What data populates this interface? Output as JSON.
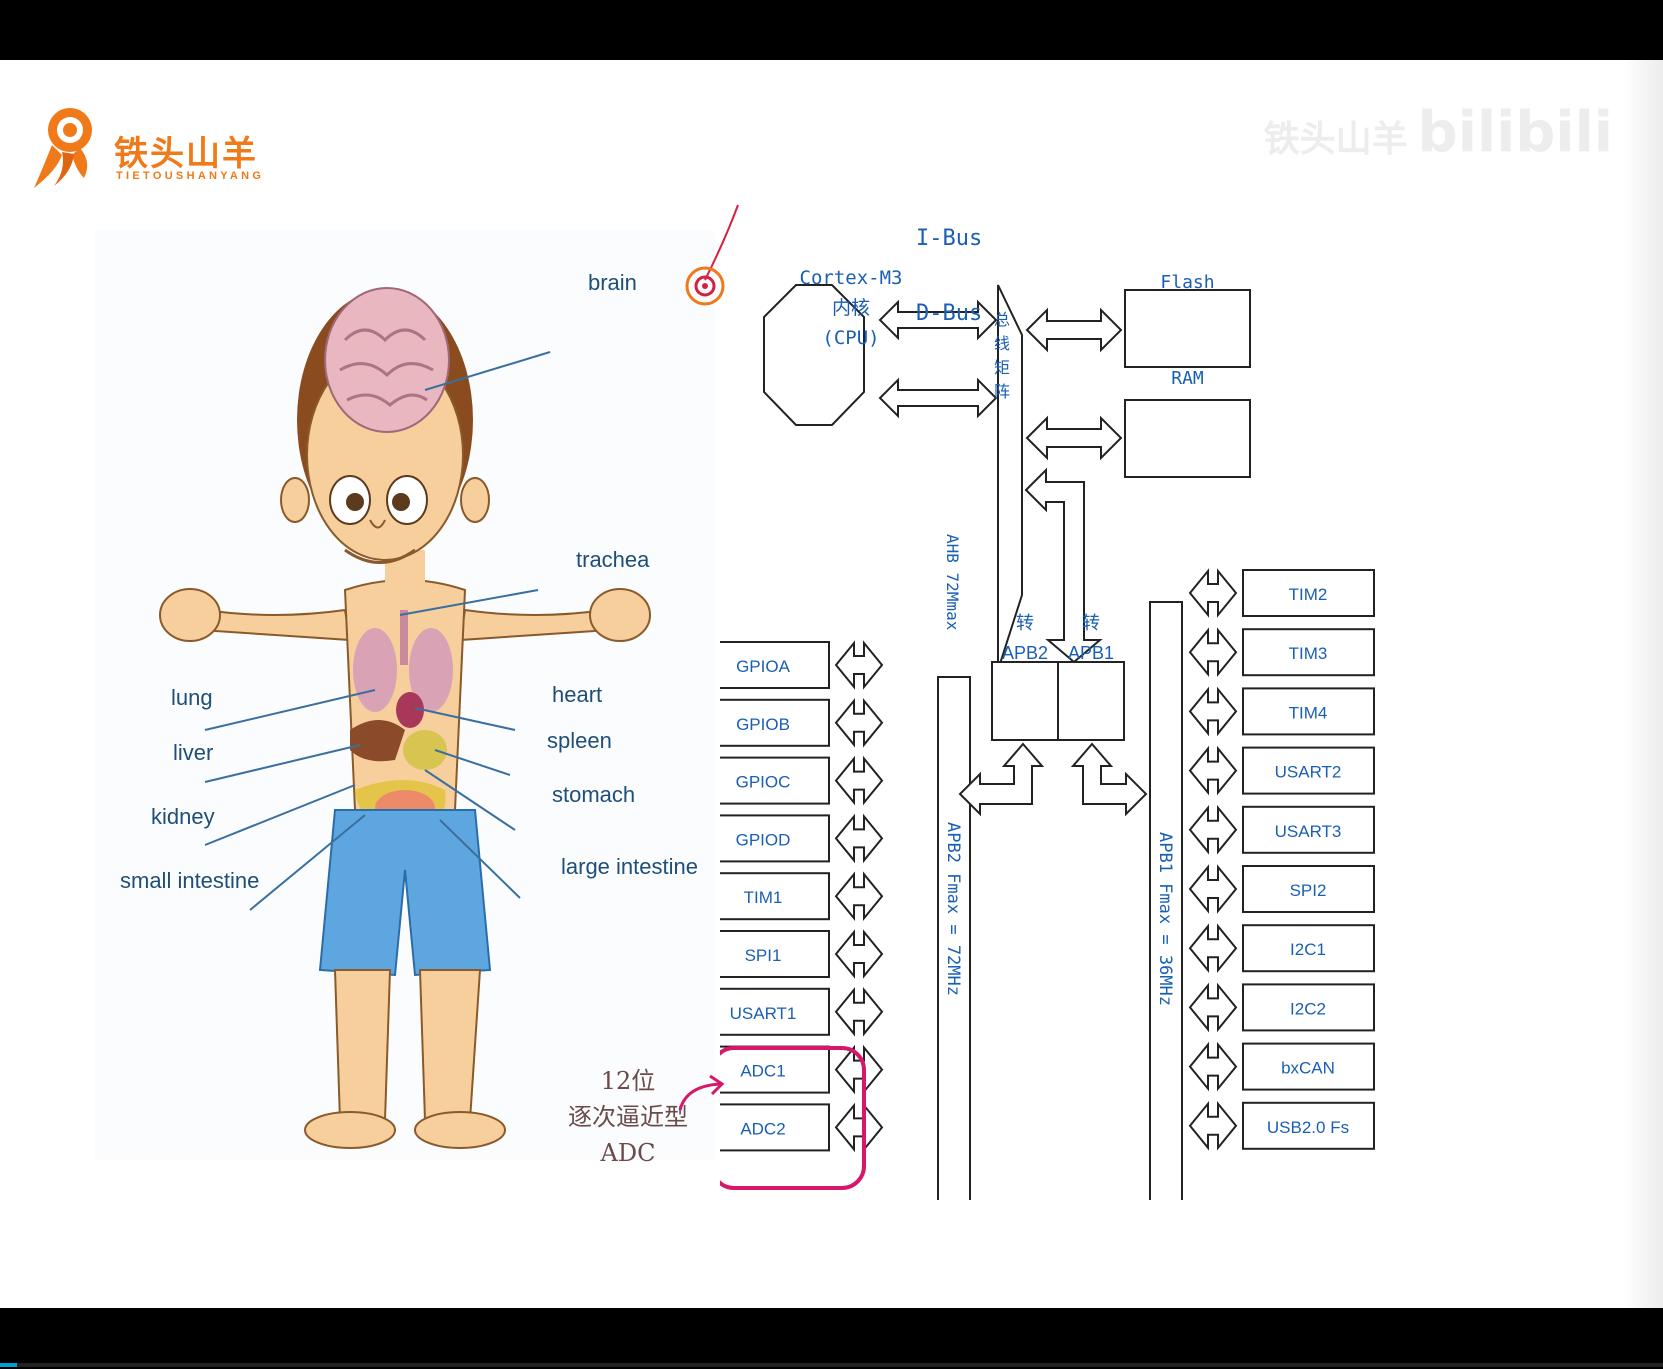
{
  "logo": {
    "title": "铁头山羊",
    "subtitle": "TIETOUSHANYANG"
  },
  "watermark": {
    "text": "铁头山羊",
    "brand": "bilibili"
  },
  "body_labels": {
    "brain": "brain",
    "trachea": "trachea",
    "lung": "lung",
    "heart": "heart",
    "liver": "liver",
    "spleen": "spleen",
    "kidney": "kidney",
    "stomach": "stomach",
    "small_intestine": "small intestine",
    "large_intestine": "large intestine"
  },
  "diagram": {
    "cpu": {
      "line1": "Cortex-M3",
      "line2": "内核",
      "line3": "(CPU)"
    },
    "ibus": "I-Bus",
    "dbus": "D-Bus",
    "bus_matrix": "总线矩阵",
    "flash": "Flash",
    "ram": "RAM",
    "ahb": "AHB 72Mmax",
    "bridge_apb2": {
      "top": "转",
      "bottom": "APB2"
    },
    "bridge_apb1": {
      "top": "转",
      "bottom": "APB1"
    },
    "apb2_bus": "APB2 Fmax = 72MHz",
    "apb1_bus": "APB1 Fmax = 36MHz",
    "apb2_peripherals": [
      "GPIOA",
      "GPIOB",
      "GPIOC",
      "GPIOD",
      "TIM1",
      "SPI1",
      "USART1",
      "ADC1",
      "ADC2"
    ],
    "apb1_peripherals": [
      "TIM2",
      "TIM3",
      "TIM4",
      "USART2",
      "USART3",
      "SPI2",
      "I2C1",
      "I2C2",
      "bxCAN",
      "USB2.0 Fs"
    ]
  },
  "annotation": {
    "line1": "12位",
    "line2": "逐次逼近型ADC"
  },
  "colors": {
    "brand_orange": "#f07a1a",
    "diagram_blue": "#1a5fb4",
    "annotation_pink": "#d6186a"
  }
}
